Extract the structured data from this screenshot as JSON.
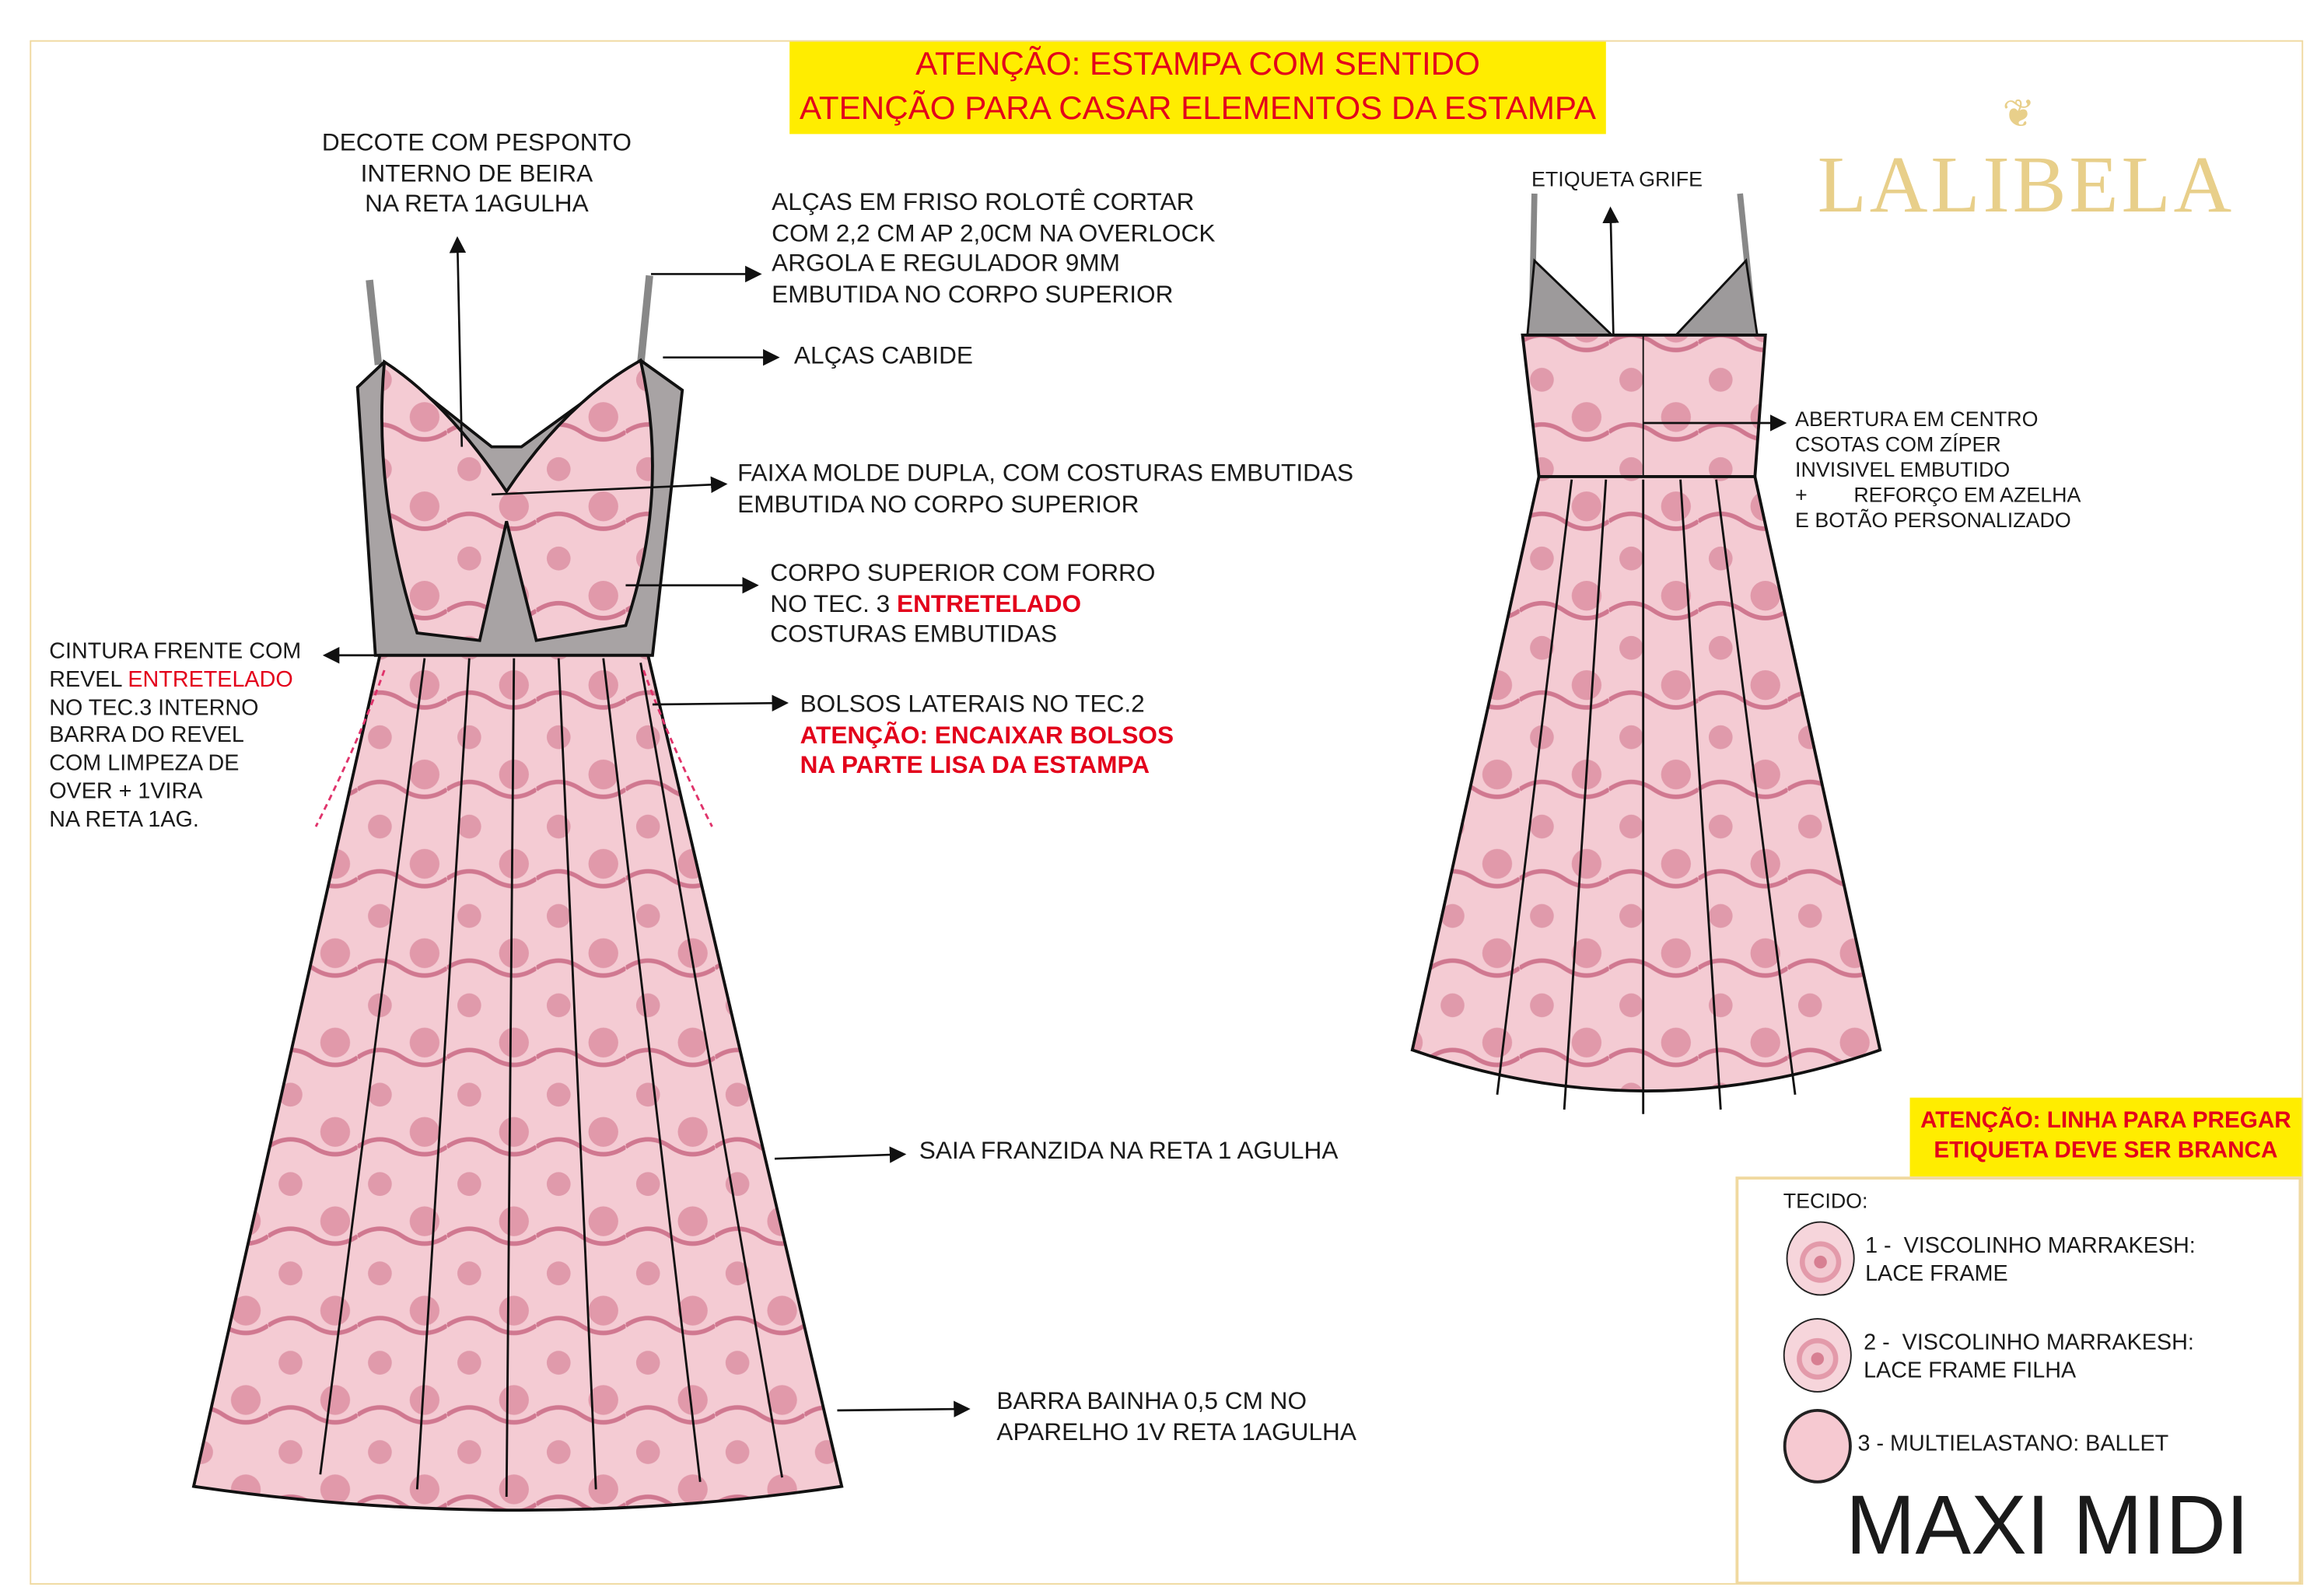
{
  "header_warning": {
    "line1": "ATENÇÃO: ESTAMPA COM SENTIDO",
    "line2": "ATENÇÃO PARA CASAR ELEMENTOS DA ESTAMPA"
  },
  "brand": {
    "name": "LALIBELA",
    "logo_icon": "bee-icon",
    "color": "#e8cf8a"
  },
  "front_notes": {
    "decote": [
      "DECOTE COM PESPONTO",
      "INTERNO DE BEIRA",
      "NA RETA 1AGULHA"
    ],
    "alcas": [
      "ALÇAS EM FRISO ROLOTÊ CORTAR",
      "COM 2,2 CM AP 2,0CM NA OVERLOCK",
      "ARGOLA E REGULADOR 9MM",
      "EMBUTIDA NO CORPO SUPERIOR"
    ],
    "alcas_cabide": "ALÇAS CABIDE",
    "faixa": [
      "FAIXA MOLDE DUPLA, COM COSTURAS EMBUTIDAS",
      "EMBUTIDA NO CORPO SUPERIOR"
    ],
    "corpo": {
      "line1": "CORPO SUPERIOR COM FORRO",
      "line2_a": "NO TEC. 3 ",
      "line2_b": "ENTRETELADO",
      "line3": "COSTURAS EMBUTIDAS"
    },
    "cintura": {
      "line1": "CINTURA FRENTE COM",
      "line2_a": "REVEL ",
      "line2_b": "ENTRETELADO",
      "rest": [
        "NO TEC.3 INTERNO",
        "BARRA DO REVEL",
        "COM LIMPEZA DE",
        "OVER + 1VIRA",
        "NA RETA 1AG."
      ]
    },
    "bolsos": {
      "line1": "BOLSOS LATERAIS NO TEC.2",
      "line2": "ATENÇÃO: ENCAIXAR BOLSOS",
      "line3": "NA PARTE LISA DA ESTAMPA"
    },
    "saia": "SAIA FRANZIDA NA RETA 1 AGULHA",
    "barra": [
      "BARRA BAINHA 0,5 CM NO",
      "APARELHO  1V RETA 1AGULHA"
    ]
  },
  "back_notes": {
    "etiqueta": "ETIQUETA GRIFE",
    "abertura": [
      "ABERTURA EM CENTRO",
      "CSOTAS COM ZÍPER",
      "INVISIVEL EMBUTIDO",
      "+        REFORÇO EM AZELHA",
      "E BOTÃO PERSONALIZADO"
    ]
  },
  "label_warning": {
    "line1": "ATENÇÃO: LINHA PARA PREGAR",
    "line2": "ETIQUETA DEVE SER BRANCA"
  },
  "fabrics": {
    "title": "TECIDO:",
    "items": [
      {
        "line1": "1 -  VISCOLINHO MARRAKESH:",
        "line2": "LACE FRAME"
      },
      {
        "line1": "2 -  VISCOLINHO MARRAKESH:",
        "line2": "LACE FRAME FILHA"
      },
      {
        "line1": "3 - MULTIELASTANO: BALLET",
        "line2": ""
      }
    ]
  },
  "model_name": "MAXI MIDI",
  "colors": {
    "dress_pink": "#f2c4cc",
    "lace_pink": "#d9798c",
    "yellow": "#ffed00",
    "red": "#e3001b"
  }
}
